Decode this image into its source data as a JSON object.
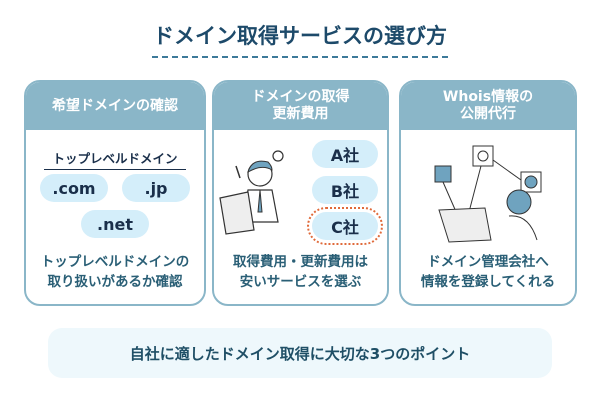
{
  "title": "ドメイン取得サービスの選び方",
  "cards": [
    {
      "header": "希望ドメインの確認",
      "tld_label": "トップレベルドメイン",
      "tlds": [
        ".com",
        ".jp",
        ".net"
      ],
      "footer": [
        "トップレベルドメインの",
        "取り扱いがあるか確認"
      ]
    },
    {
      "header": [
        "ドメインの取得",
        "更新費用"
      ],
      "companies": [
        "A社",
        "B社",
        "C社"
      ],
      "footer": [
        "取得費用・更新費用は",
        "安いサービスを選ぶ"
      ]
    },
    {
      "header": [
        "Whois情報の",
        "公開代行"
      ],
      "footer": [
        "ドメイン管理会社へ",
        "情報を登録してくれる"
      ]
    }
  ],
  "banner": "自社に適したドメイン取得に大切な3つのポイント",
  "colors": {
    "header": "#8ab6c8",
    "pill": "#d4eefa",
    "highlight": "#e06a3a",
    "title": "#1d4a6a"
  }
}
